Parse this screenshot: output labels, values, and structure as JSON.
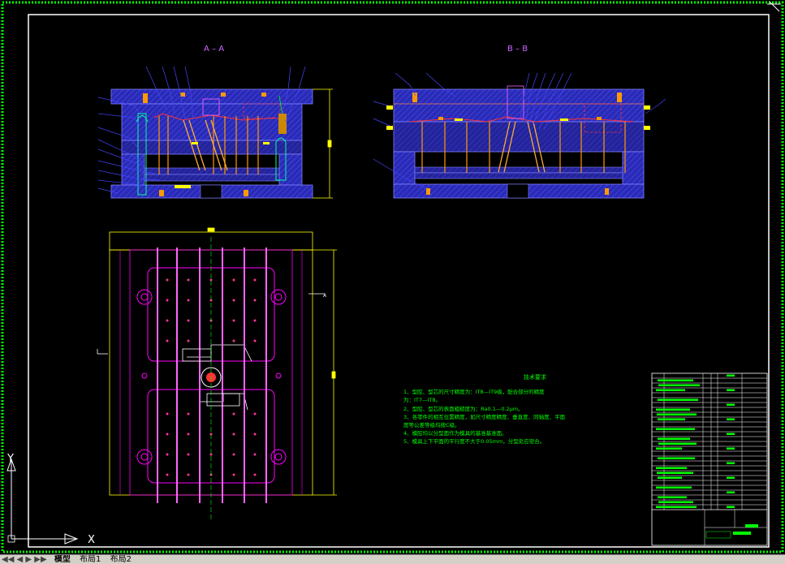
{
  "drawing": {
    "section_a_title": "A – A",
    "section_b_title": "B – B",
    "tech_title": "技术要求",
    "tech_lines": [
      "1、型腔、型芯的尺寸精度为：IT8—IT9级，配合部分的精度",
      "为：IT7—IT8。",
      "2、型腔、型芯的表面粗糙度为：Ra0.1—0.2μm。",
      "3、各零件的相互位置精度，如尺寸精度精度、垂直度、同轴度、平面",
      "度等公差等级均按C级。",
      "4、模腔均以分型面作为模具的基准基准面。",
      "5、模具上下平面的平行度不大于0.05mm，分型处应密合。"
    ],
    "axis_y": "Y",
    "axis_x": "X",
    "section_marker_a": "A"
  },
  "tabs": {
    "nav": "◀◀ ◀ ▶ ▶▶",
    "model": "模型",
    "layout1": "布局1",
    "layout2": "布局2"
  },
  "colors": {
    "background": "#000000",
    "border_green": "#00ff00",
    "frame_white": "#ffffff",
    "mold_blue": "#3333cc",
    "section_blue": "#1a1acc",
    "magenta": "#ff00ff",
    "yellow": "#ffff00",
    "orange": "#ff8000",
    "red": "#ff0000",
    "green": "#00ff00",
    "cyan": "#00ffff"
  }
}
